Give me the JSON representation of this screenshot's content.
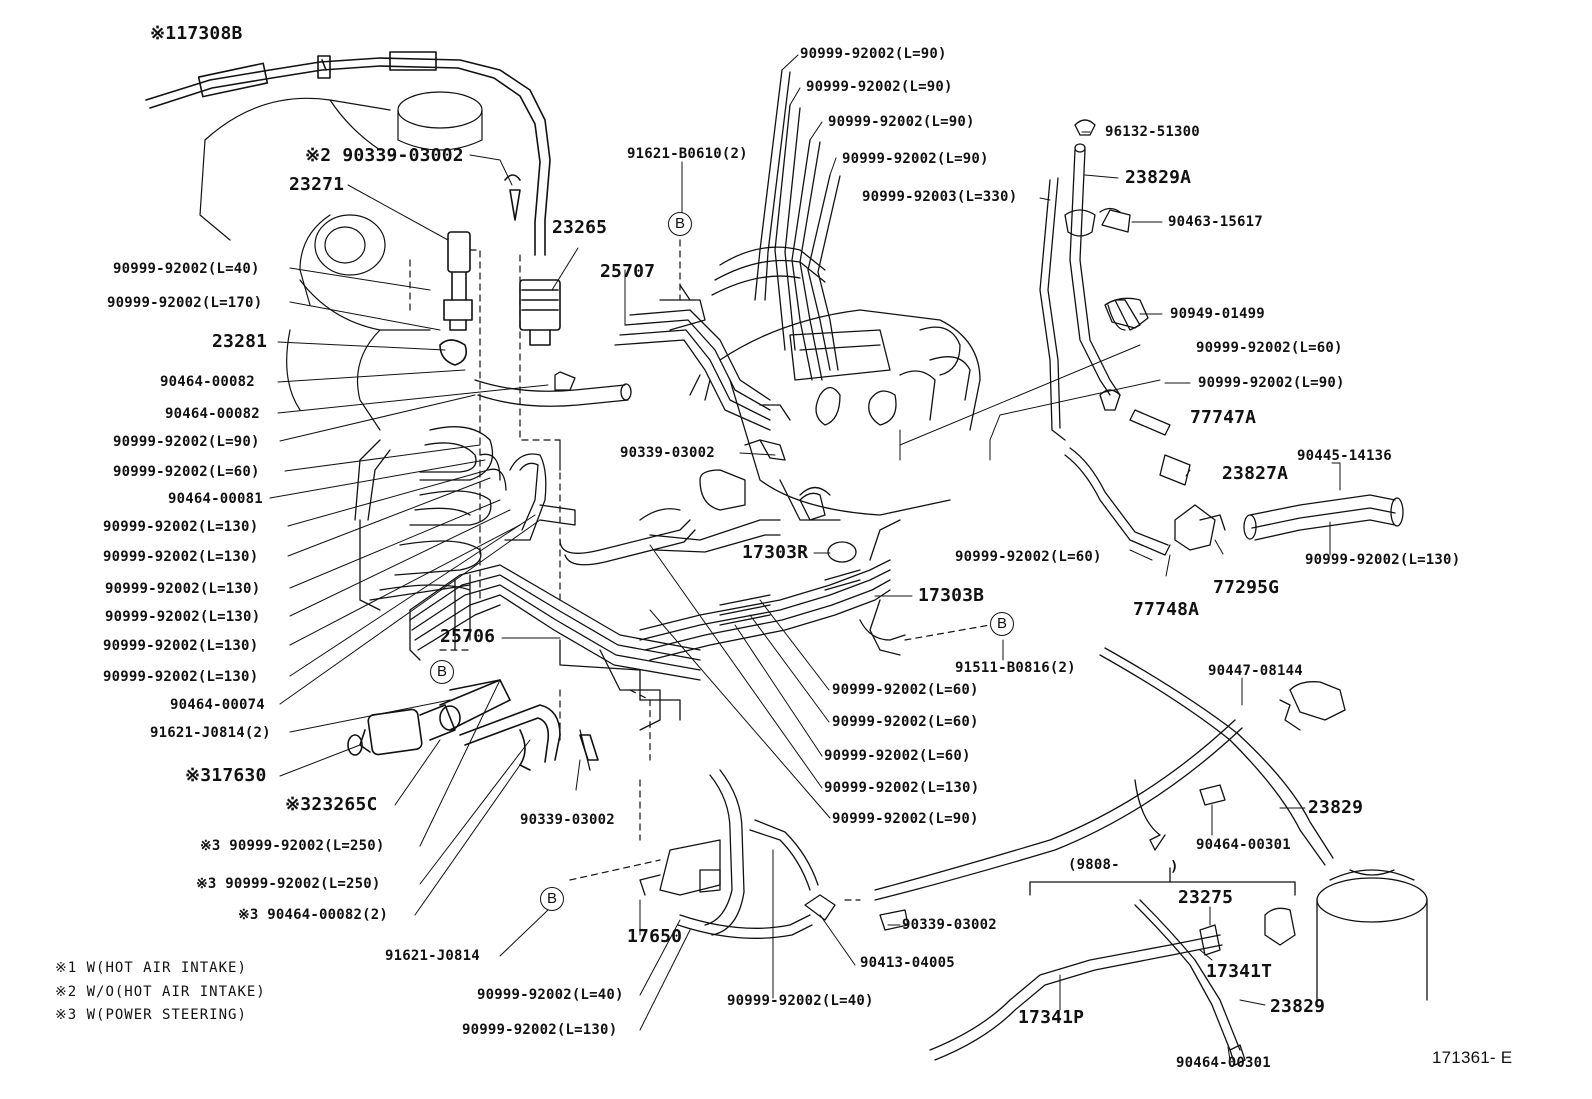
{
  "figure_id": "171361- E",
  "ref_marker": "B",
  "labels": {
    "l117308b": "※117308B",
    "l2_90339": "※2 90339-03002",
    "l23271": "23271",
    "l23265": "23265",
    "l_l40": "90999-92002(L=40)",
    "l_l170": "90999-92002(L=170)",
    "l23281": "23281",
    "l90464_00082a": "90464-00082",
    "l90464_00082b": "90464-00082",
    "l_l90a": "90999-92002(L=90)",
    "l_l60a": "90999-92002(L=60)",
    "l90464_00081": "90464-00081",
    "l_l130a": "90999-92002(L=130)",
    "l_l130b": "90999-92002(L=130)",
    "l_l130c": "90999-92002(L=130)",
    "l_l130d": "90999-92002(L=130)",
    "l_l130e": "90999-92002(L=130)",
    "l_l130f": "90999-92002(L=130)",
    "l90464_00074": "90464-00074",
    "l91621_j0814_2": "91621-J0814(2)",
    "l317630": "※317630",
    "l323265c": "※323265C",
    "l3_l250a": "※3 90999-92002(L=250)",
    "l3_l250b": "※3 90999-92002(L=250)",
    "l3_90464": "※3 90464-00082(2)",
    "l91621_j0814": "91621-J0814",
    "l25706": "25706",
    "l90339_03002_low": "90339-03002",
    "l17650": "17650",
    "l_l40_low": "90999-92002(L=40)",
    "l_l130_low": "90999-92002(L=130)",
    "l_l40_mid": "90999-92002(L=40)",
    "l90413": "90413-04005",
    "l90339_right_low": "90339-03002",
    "l91621_b0610": "91621-B0610(2)",
    "l25707": "25707",
    "l_top_l90a": "90999-92002(L=90)",
    "l_top_l90b": "90999-92002(L=90)",
    "l_top_l90c": "90999-92002(L=90)",
    "l_top_l90d": "90999-92002(L=90)",
    "l_top_l330": "90999-92003(L=330)",
    "l90339_center": "90339-03002",
    "l17303r": "17303R",
    "l17303b": "17303B",
    "l91511": "91511-B0816(2)",
    "l_c_l60a": "90999-92002(L=60)",
    "l_c_l60b": "90999-92002(L=60)",
    "l_c_l60c": "90999-92002(L=60)",
    "l_c_l130": "90999-92002(L=130)",
    "l_c_l90": "90999-92002(L=90)",
    "l96132": "96132-51300",
    "l23829a": "23829A",
    "l90463": "90463-15617",
    "l90949": "90949-01499",
    "l_r_l60": "90999-92002(L=60)",
    "l_r_l90": "90999-92002(L=90)",
    "l77747a": "77747A",
    "l23827a": "23827A",
    "l90445": "90445-14136",
    "l_r_l60b": "90999-92002(L=60)",
    "l_r_l130": "90999-92002(L=130)",
    "l77748a": "77748A",
    "l77295g": "77295G",
    "l90447": "90447-08144",
    "l23829": "23829",
    "l90464_00301a": "90464-00301",
    "l9808": "(9808-",
    "l9808_close": ")",
    "l23275": "23275",
    "l17341t": "17341T",
    "l23829b": "23829",
    "l17341p": "17341P",
    "l90464_00301b": "90464-00301"
  },
  "notes": [
    "※1 W(HOT AIR INTAKE)",
    "※2 W/O(HOT AIR INTAKE)",
    "※3 W(POWER STEERING)"
  ]
}
